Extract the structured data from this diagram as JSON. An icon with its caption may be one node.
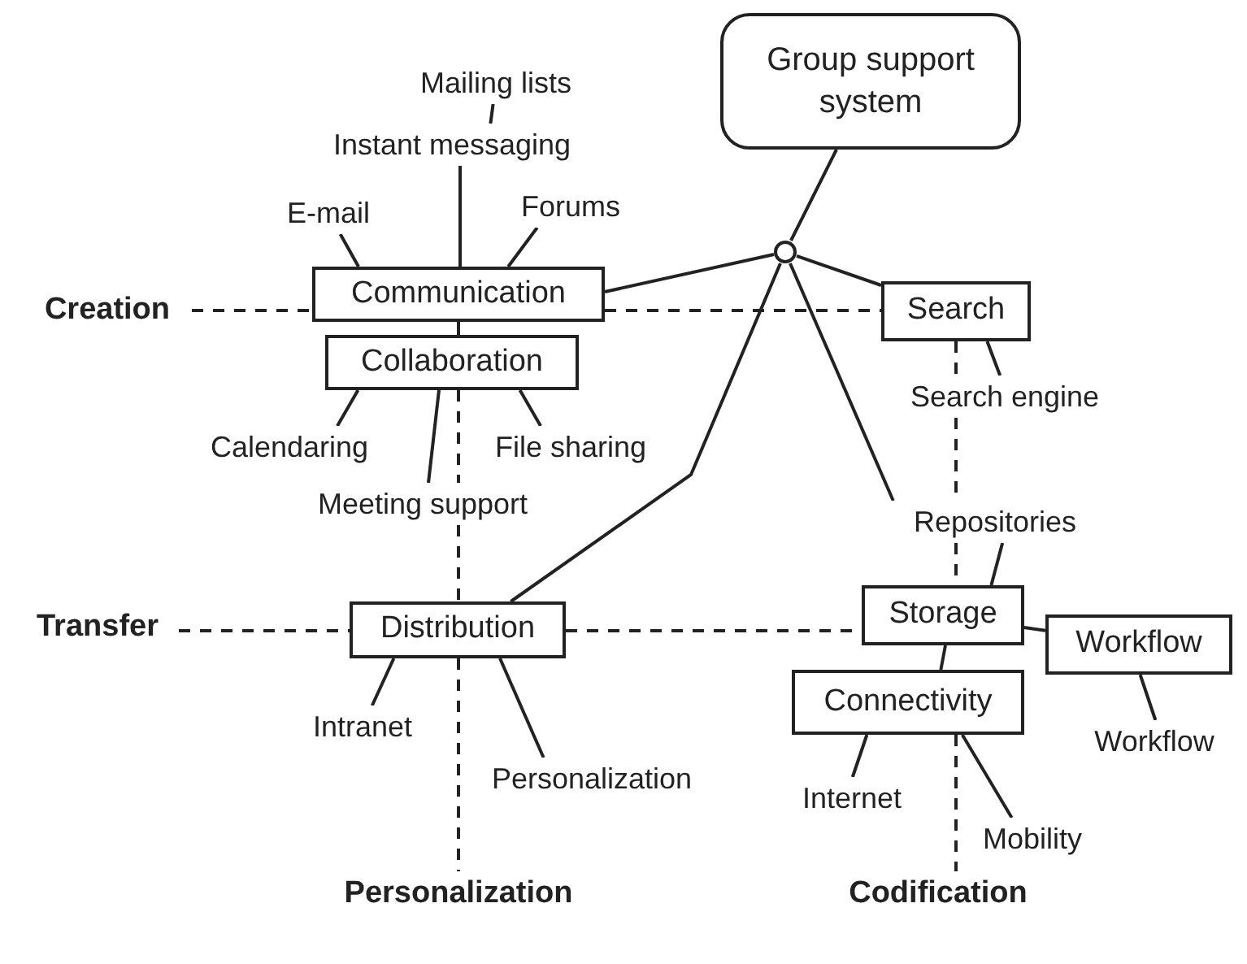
{
  "diagram": {
    "nodes": [
      {
        "text": [
          "Group support system"
        ]
      },
      {
        "text": [],
        "shape": "circle"
      },
      {
        "text": [
          "Communication"
        ]
      },
      {
        "text": [
          "Collaboration"
        ]
      },
      {
        "text": [
          "Search"
        ]
      },
      {
        "text": [
          "Distribution"
        ]
      },
      {
        "text": [
          "Storage"
        ]
      },
      {
        "text": [
          "Workflow"
        ]
      },
      {
        "text": [
          "Connectivity"
        ]
      },
      {
        "text": [
          "Mailing lists"
        ]
      },
      {
        "text": [
          "Instant messaging"
        ]
      },
      {
        "text": [
          "E-mail"
        ]
      },
      {
        "text": [
          "Forums"
        ]
      },
      {
        "text": [
          "Calendaring"
        ]
      },
      {
        "text": [
          "Meeting support"
        ]
      },
      {
        "text": [
          "File sharing"
        ]
      },
      {
        "text": [
          "Search engine"
        ]
      },
      {
        "text": [
          "Repositories"
        ]
      },
      {
        "text": [
          "Workflow"
        ]
      },
      {
        "text": [
          "Intranet"
        ]
      },
      {
        "text": [
          "Personalization"
        ]
      },
      {
        "text": [
          "Internet"
        ]
      },
      {
        "text": [
          "Mobility"
        ]
      },
      {
        "text": [
          "Creation"
        ]
      },
      {
        "text": [
          "Transfer"
        ]
      },
      {
        "text": [
          "Personalization"
        ]
      },
      {
        "text": [
          "Codification"
        ]
      }
    ],
    "edges": [
      {
        "from": 0,
        "to": 1,
        "arrow": "none"
      },
      {
        "from": 1,
        "to": 2,
        "arrow": "none"
      },
      {
        "from": 1,
        "to": 4,
        "arrow": "none"
      },
      {
        "from": 1,
        "to": 5,
        "arrow": "none"
      },
      {
        "from": 1,
        "to": 17,
        "arrow": "none"
      },
      {
        "from": 17,
        "to": 6,
        "arrow": "none"
      },
      {
        "from": 2,
        "to": 11,
        "arrow": "none"
      },
      {
        "from": 2,
        "to": 10,
        "arrow": "none"
      },
      {
        "from": 10,
        "to": 9,
        "arrow": "none"
      },
      {
        "from": 2,
        "to": 12,
        "arrow": "none"
      },
      {
        "from": 2,
        "to": 3,
        "arrow": "none"
      },
      {
        "from": 3,
        "to": 13,
        "arrow": "none"
      },
      {
        "from": 3,
        "to": 14,
        "arrow": "none"
      },
      {
        "from": 3,
        "to": 15,
        "arrow": "none"
      },
      {
        "from": 4,
        "to": 16,
        "arrow": "none"
      },
      {
        "from": 5,
        "to": 19,
        "arrow": "none"
      },
      {
        "from": 5,
        "to": 20,
        "arrow": "none"
      },
      {
        "from": 6,
        "to": 7,
        "arrow": "none"
      },
      {
        "from": 7,
        "to": 18,
        "arrow": "none"
      },
      {
        "from": 6,
        "to": 8,
        "arrow": "none"
      },
      {
        "from": 8,
        "to": 21,
        "arrow": "none"
      },
      {
        "from": 8,
        "to": 22,
        "arrow": "none"
      },
      {
        "from": 23,
        "to": 2,
        "arrow": "none",
        "style": "dashed"
      },
      {
        "from": 2,
        "to": 4,
        "arrow": "none",
        "style": "dashed"
      },
      {
        "from": 24,
        "to": 5,
        "arrow": "none",
        "style": "dashed"
      },
      {
        "from": 5,
        "to": 6,
        "arrow": "none",
        "style": "dashed"
      },
      {
        "from": 3,
        "to": 14,
        "arrow": "none",
        "style": "dashed"
      },
      {
        "from": 5,
        "to": 25,
        "arrow": "none",
        "style": "dashed"
      },
      {
        "from": 4,
        "to": 16,
        "arrow": "none",
        "style": "dashed"
      },
      {
        "from": 8,
        "to": 26,
        "arrow": "none",
        "style": "dashed"
      },
      {
        "from": 14,
        "to": 5,
        "arrow": "none",
        "style": "dashed"
      },
      {
        "from": 16,
        "to": 17,
        "arrow": "none",
        "style": "dashed"
      },
      {
        "from": 17,
        "to": 6,
        "arrow": "none",
        "style": "dashed"
      }
    ]
  }
}
